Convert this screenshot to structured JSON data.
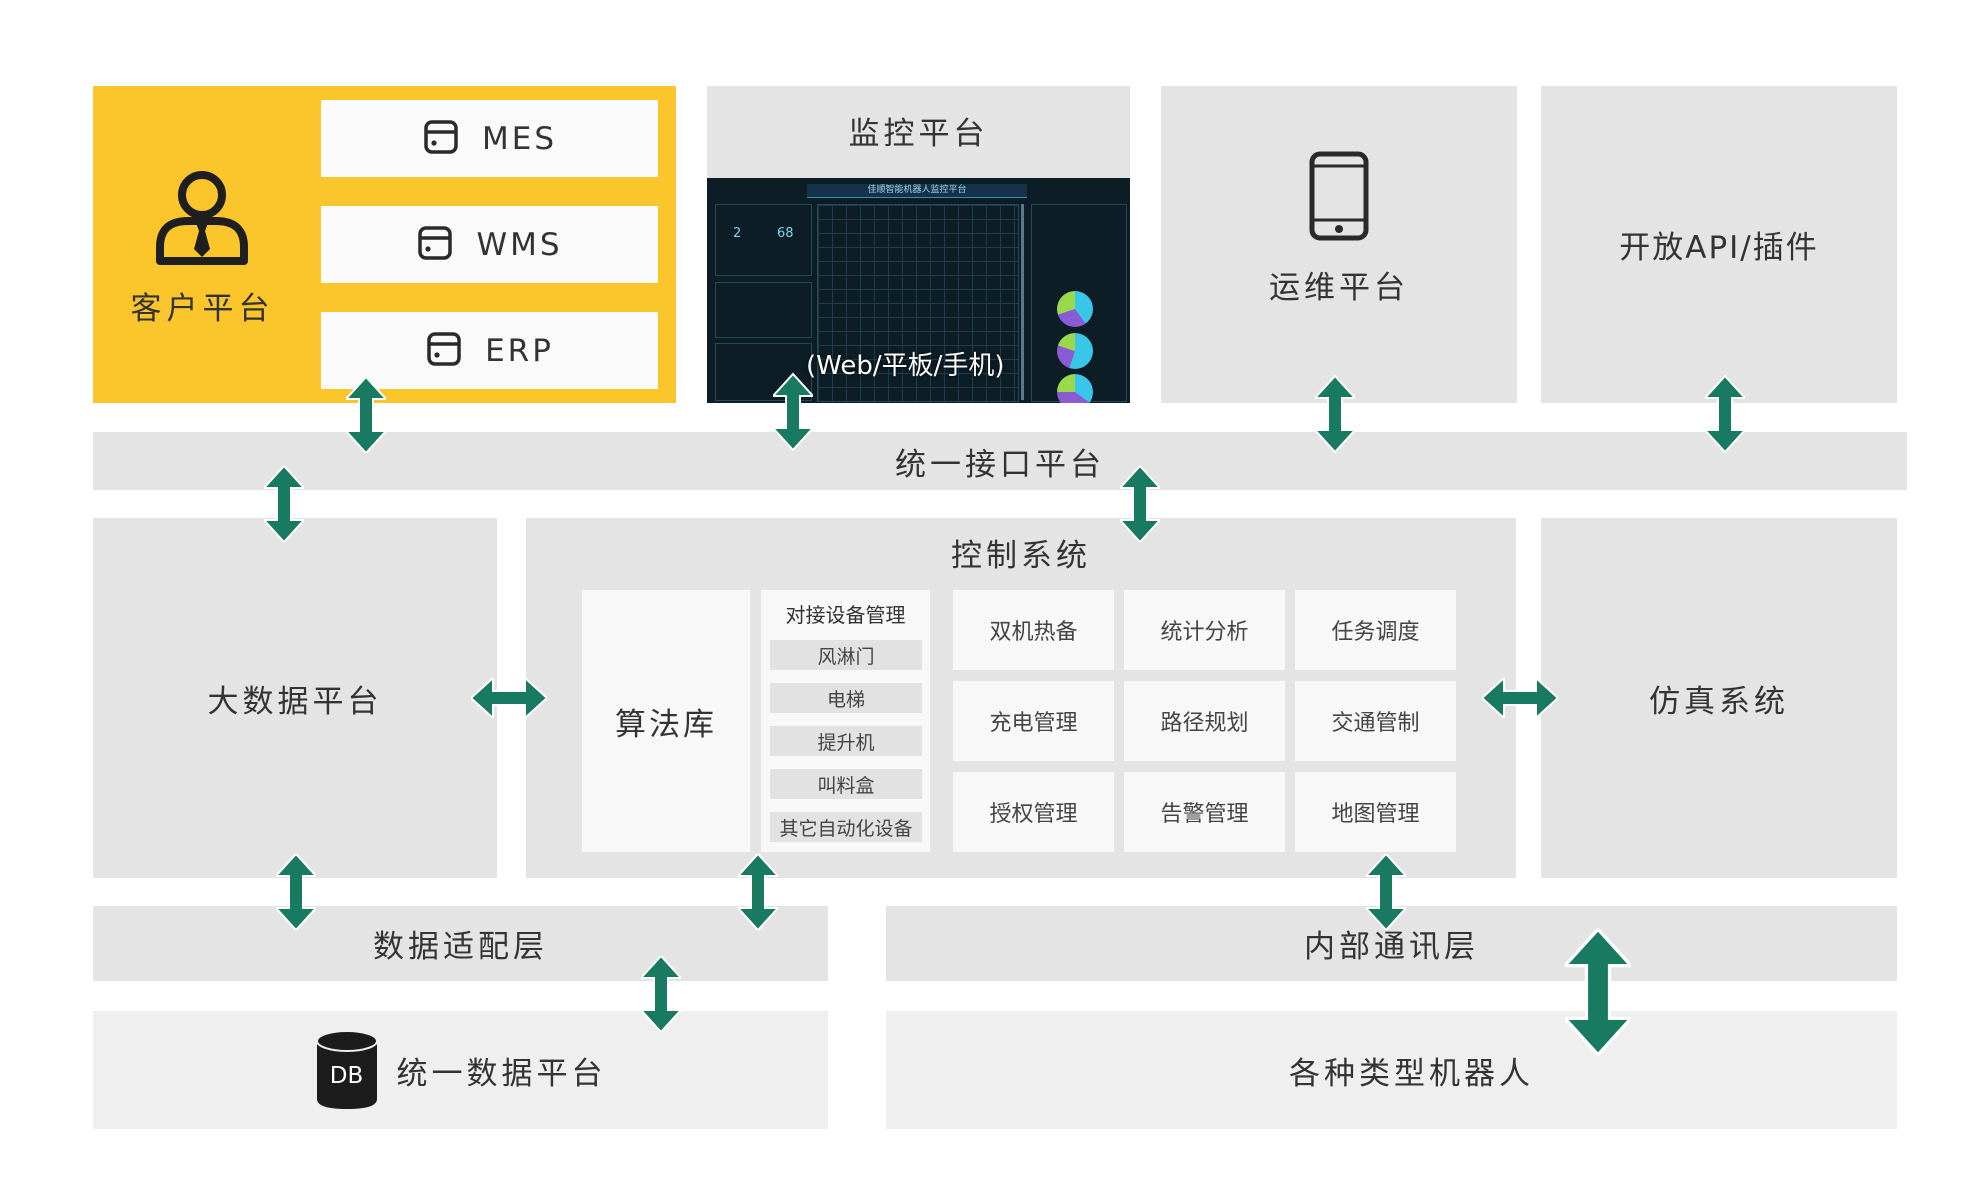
{
  "customer": {
    "label": "客户平台",
    "systems": [
      "MES",
      "WMS",
      "ERP"
    ]
  },
  "monitor": {
    "title": "监控平台",
    "caption": "(Web/平板/手机)",
    "screen": {
      "header": "佳顺智能机器人监控平台",
      "stat_a": "2",
      "stat_b": "68"
    }
  },
  "ops": {
    "label": "运维平台"
  },
  "openapi": {
    "label": "开放API/插件"
  },
  "interface": {
    "label": "统一接口平台"
  },
  "bigdata": {
    "label": "大数据平台"
  },
  "control": {
    "title": "控制系统",
    "algo": "算法库",
    "device_mgmt": {
      "title": "对接设备管理",
      "items": [
        "风淋门",
        "电梯",
        "提升机",
        "叫料盒",
        "其它自动化设备"
      ]
    },
    "functions": [
      [
        "双机热备",
        "统计分析",
        "任务调度"
      ],
      [
        "充电管理",
        "路径规划",
        "交通管制"
      ],
      [
        "授权管理",
        "告警管理",
        "地图管理"
      ]
    ]
  },
  "simulation": {
    "label": "仿真系统"
  },
  "data_adapter": {
    "label": "数据适配层"
  },
  "internal_comm": {
    "label": "内部通讯层"
  },
  "unified_data": {
    "label": "统一数据平台",
    "db_label": "DB"
  },
  "robots": {
    "label": "各种类型机器人"
  },
  "colors": {
    "accent": "#fbc52c",
    "arrow": "#177a61",
    "panel": "#e4e4e4"
  }
}
